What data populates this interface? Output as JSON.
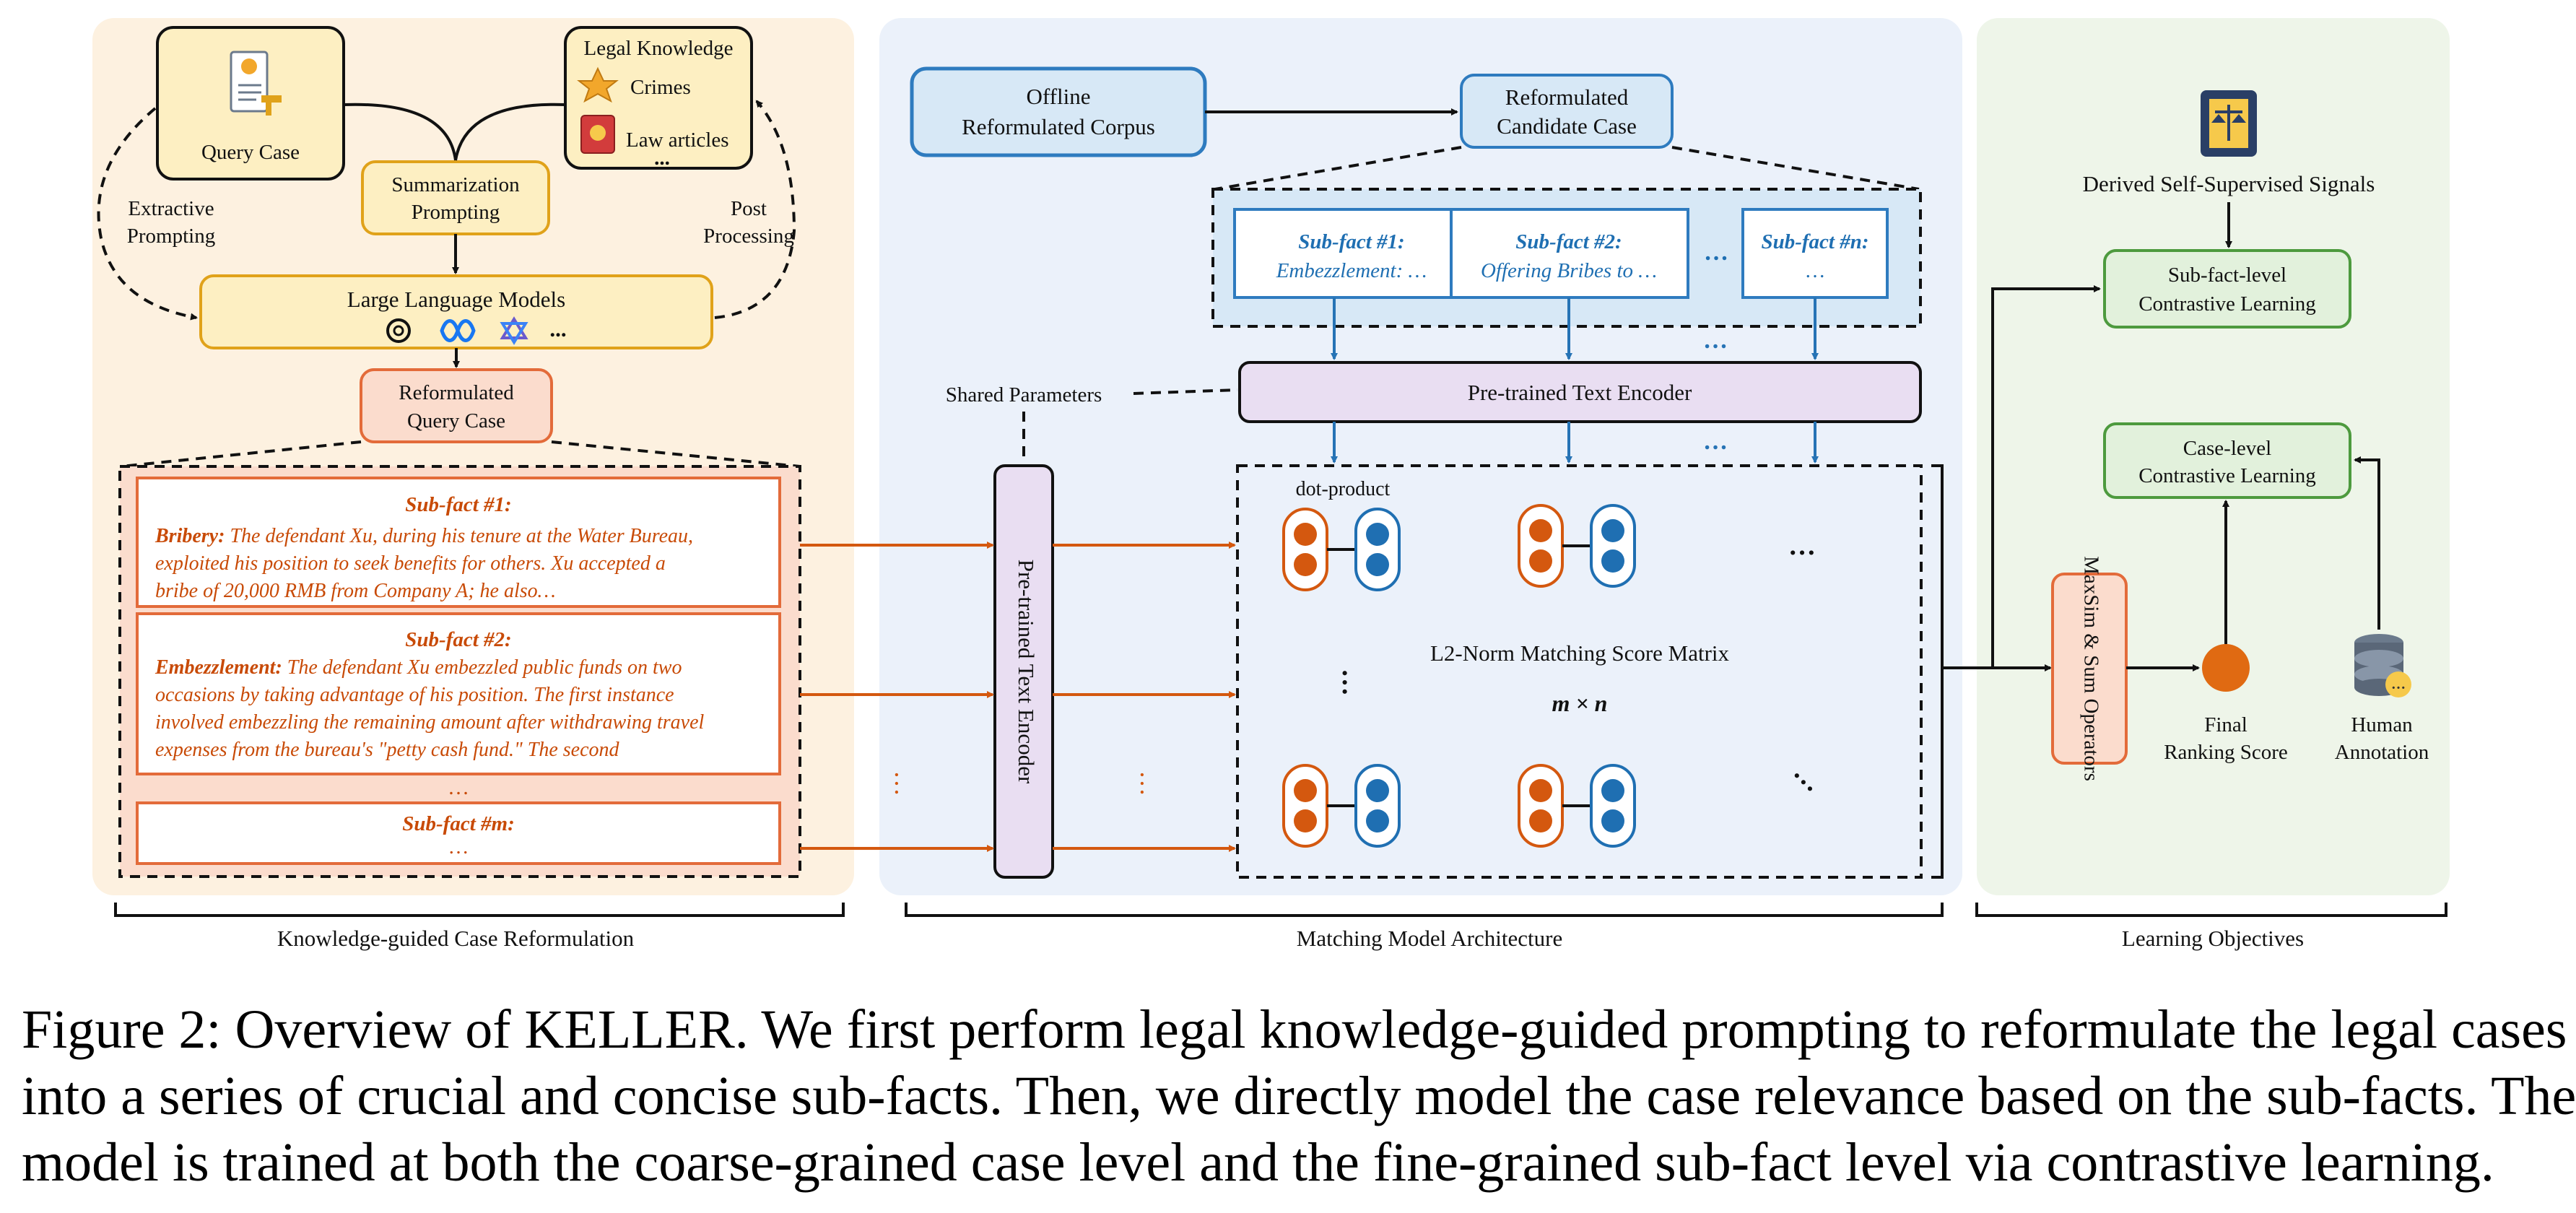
{
  "colors": {
    "reform_bg": "#fdf1e0",
    "matching_bg": "#ebf1fa",
    "learning_bg": "#eef5e9",
    "orange_text": "#c84a06",
    "blue_text": "#1f6fb2",
    "query_fill": "#fdefc2",
    "query_stroke": "#e0a21a",
    "reform_fill": "#fbdccd",
    "reform_stroke": "#e36b3a",
    "encoder_fill": "#e9def2",
    "green_fill": "#e2f1dc",
    "green_stroke": "#4d9a3e",
    "blue_fill": "#d7e8f6",
    "blue_stroke": "#2e7bbf"
  },
  "reformulation": {
    "query_case": "Query Case",
    "legal_knowledge": "Legal Knowledge",
    "crimes": "Crimes",
    "law_articles": "Law articles",
    "knowledge_more": "...",
    "summarization_line1": "Summarization",
    "summarization_line2": "Prompting",
    "extractive_line1": "Extractive",
    "extractive_line2": "Prompting",
    "post_line1": "Post",
    "post_line2": "Processing",
    "llm": "Large Language Models",
    "llm_more": "...",
    "reformulated_line1": "Reformulated",
    "reformulated_line2": "Query Case",
    "subfact1_title": "Sub-fact #1:",
    "subfact1_lines": [
      [
        "Bribery:",
        " The defendant Xu, during his tenure at the Water Bureau,"
      ],
      [
        "",
        "exploited his position to seek benefits for others. Xu accepted a"
      ],
      [
        "",
        "bribe of 20,000 RMB from Company A; he also…"
      ]
    ],
    "subfact2_title": "Sub-fact #2:",
    "subfact2_lines": [
      [
        "Embezzlement:",
        " The defendant Xu embezzled public funds on two"
      ],
      [
        "",
        "occasions by taking advantage of his position. The first instance"
      ],
      [
        "",
        "involved embezzling the remaining amount after withdrawing travel"
      ],
      [
        "",
        "expenses from the bureau's \"petty cash fund.\" The second"
      ]
    ],
    "subfact_ellipsis": "…",
    "subfactm_title": "Sub-fact #m:",
    "subfactm_body": "…",
    "section_label": "Knowledge-guided Case Reformulation"
  },
  "matching": {
    "offline_line1": "Offline",
    "offline_line2": "Reformulated Corpus",
    "candidate_line1": "Reformulated",
    "candidate_line2": "Candidate Case",
    "cand_subfact1_title": "Sub-fact #1:",
    "cand_subfact1_body": "Embezzlement: …",
    "cand_subfact2_title": "Sub-fact #2:",
    "cand_subfact2_body": "Offering Bribes to …",
    "cand_subfactn_title": "Sub-fact #n:",
    "cand_subfactn_body": "…",
    "cand_dots": "…",
    "shared_parameters": "Shared Parameters",
    "encoder": "Pre-trained Text Encoder",
    "vertical_encoder": "Pre-trained Text Encoder",
    "dot_product": "dot-product",
    "matrix_title": "L2-Norm Matching Score Matrix",
    "matrix_dims": "m × n",
    "section_label": "Matching Model Architecture"
  },
  "learning": {
    "signals": "Derived Self-Supervised Signals",
    "subfact_cl_line1": "Sub-fact-level",
    "subfact_cl_line2": "Contrastive Learning",
    "case_cl_line1": "Case-level",
    "case_cl_line2": "Contrastive Learning",
    "maxsim": "MaxSim & Sum Operators",
    "final_line1": "Final",
    "final_line2": "Ranking Score",
    "human_line1": "Human",
    "human_line2": "Annotation",
    "section_label": "Learning Objectives"
  },
  "caption": {
    "line1": "Figure 2: Overview of KELLER. We first perform legal knowledge-guided prompting to reformulate the legal cases",
    "line2": "into a series of crucial and concise sub-facts. Then, we directly model the case relevance based on the sub-facts. The",
    "line3": "model is trained at both the coarse-grained case level and the fine-grained sub-fact level via contrastive learning."
  }
}
